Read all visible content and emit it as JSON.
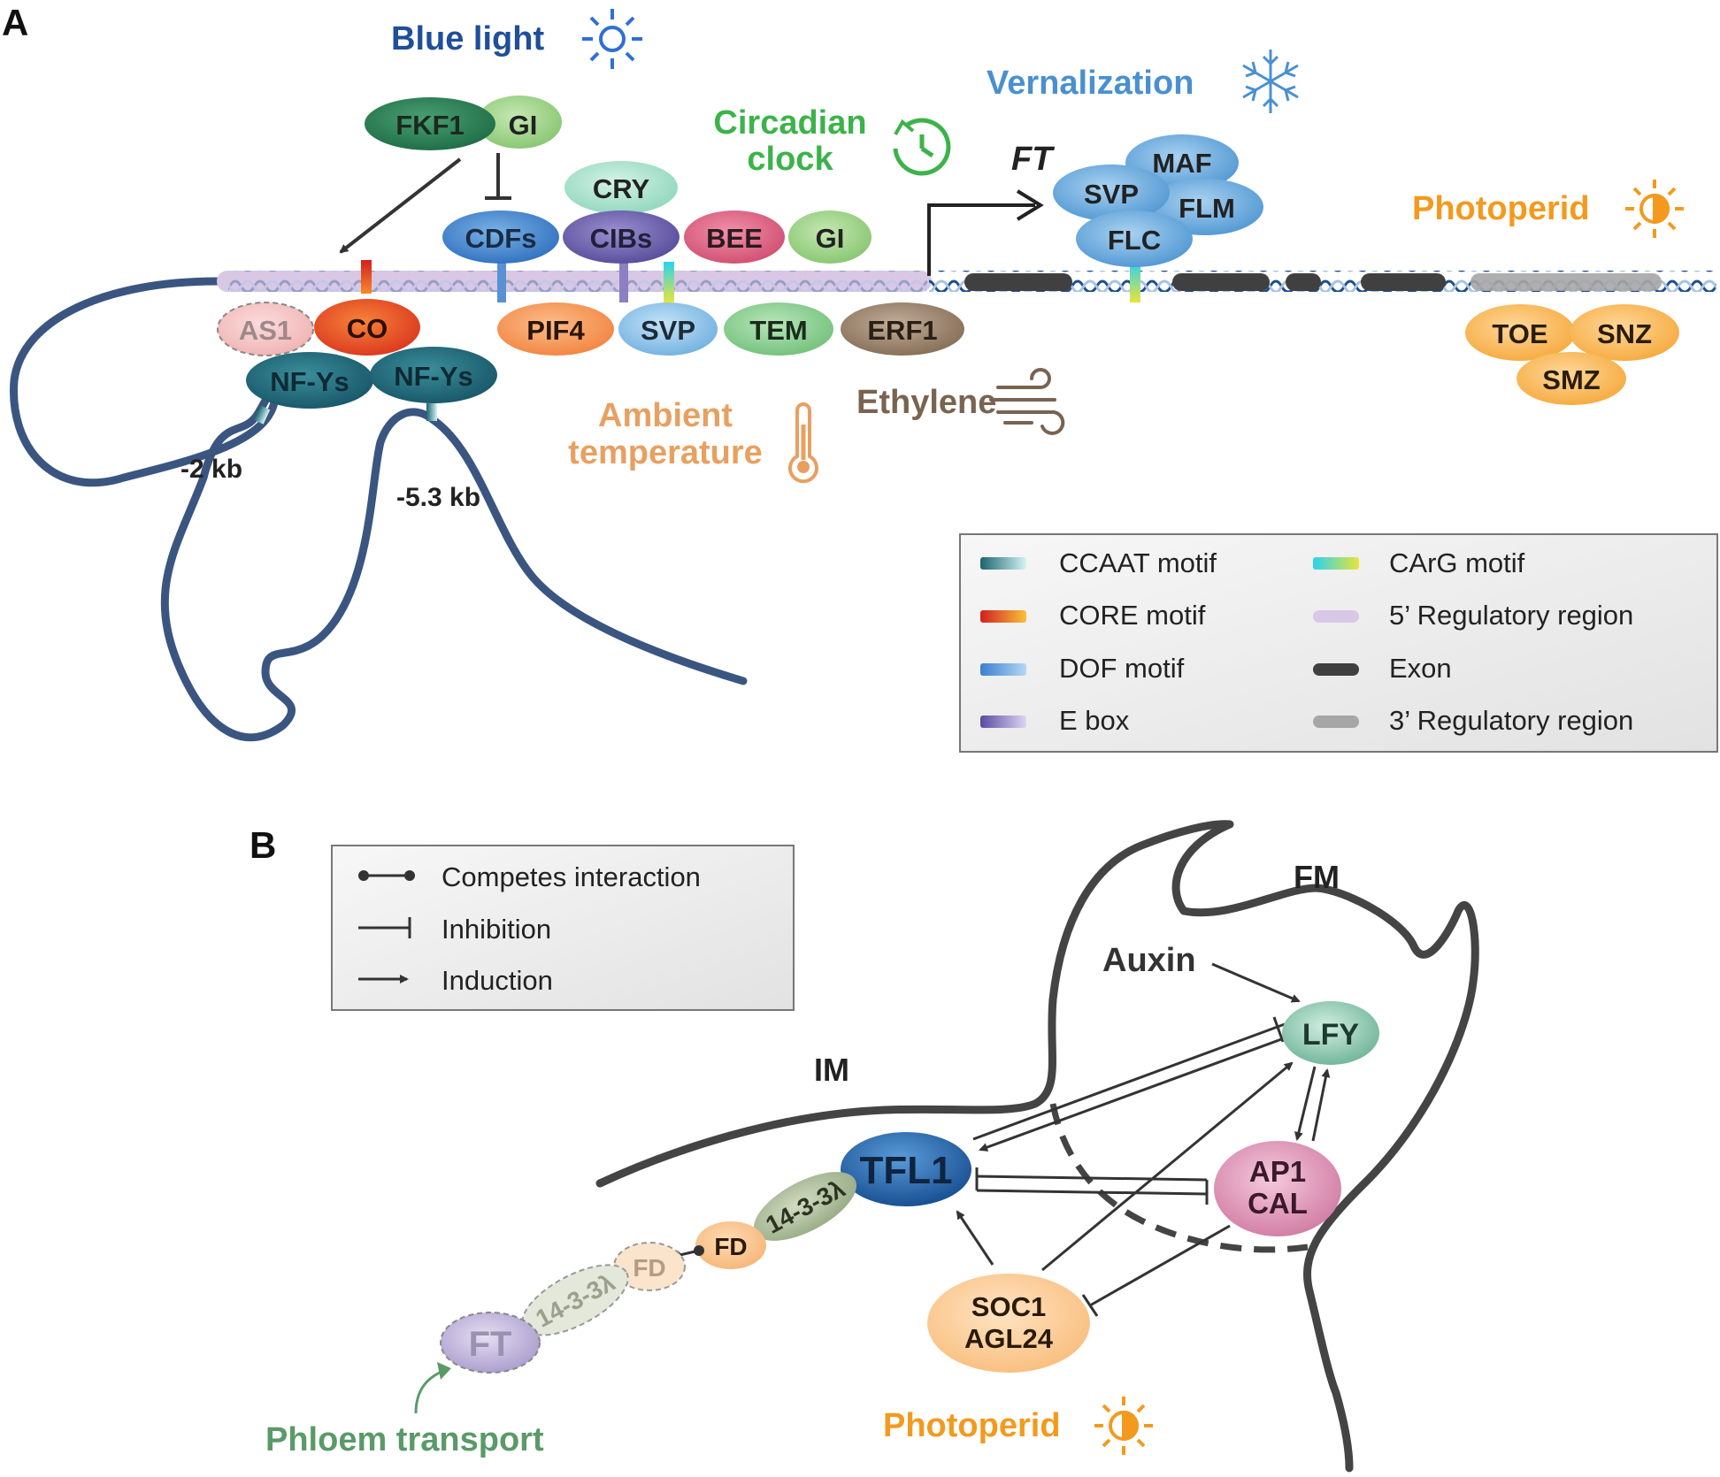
{
  "panel_a": {
    "label": "A",
    "blue_light": "Blue light",
    "circadian_line1": "Circadian",
    "circadian_line2": "clock",
    "vernalization": "Vernalization",
    "photoperiod": "Photoperid",
    "ambient_line1": "Ambient",
    "ambient_line2": "temperature",
    "ethylene": "Ethylene",
    "ft_gene": "FT",
    "dist_2kb": "-2 kb",
    "dist_5kb": "-5.3 kb",
    "proteins": {
      "fkf1": "FKF1",
      "gi_top": "GI",
      "cry": "CRY",
      "cdfs": "CDFs",
      "cibs": "CIBs",
      "bee": "BEE",
      "gi_mid": "GI",
      "as1": "AS1",
      "co": "CO",
      "nfy1": "NF-Ys",
      "nfy2": "NF-Ys",
      "pif4": "PIF4",
      "svp_lower": "SVP",
      "tem": "TEM",
      "erf1": "ERF1",
      "maf": "MAF",
      "svp_upper": "SVP",
      "flm": "FLM",
      "flc": "FLC",
      "toe": "TOE",
      "snz": "SNZ",
      "smz": "SMZ"
    },
    "legend": {
      "ccaat": "CCAAT motif",
      "core": "CORE motif",
      "dof": "DOF motif",
      "ebox": "E box",
      "carg": "CArG motif",
      "reg5": "5’ Regulatory region",
      "exon": "Exon",
      "reg3": "3’ Regulatory region"
    }
  },
  "panel_b": {
    "label": "B",
    "legend": {
      "competes": "Competes interaction",
      "inhibition": "Inhibition",
      "induction": "Induction"
    },
    "fm": "FM",
    "im": "IM",
    "auxin": "Auxin",
    "lfy": "LFY",
    "tfl1": "TFL1",
    "ap1": "AP1",
    "cal": "CAL",
    "soc1": "SOC1",
    "agl24": "AGL24",
    "fd": "FD",
    "fd_ghost": "FD",
    "p1433": "14-3-3λ",
    "p1433_ghost": "14-3-3λ",
    "ft": "FT",
    "phloem": "Phloem transport",
    "photoperiod": "Photoperid"
  },
  "colors": {
    "blue_light": "#1f4e9a",
    "circadian": "#3cb34a",
    "vernalization": "#4a90d0",
    "photoperiod": "#f39a1e",
    "ambient": "#e8a060",
    "ethylene": "#7a6350",
    "phloem": "#5a9a68",
    "dna": "#1d4f8c",
    "chromatin": "#3a5680"
  }
}
